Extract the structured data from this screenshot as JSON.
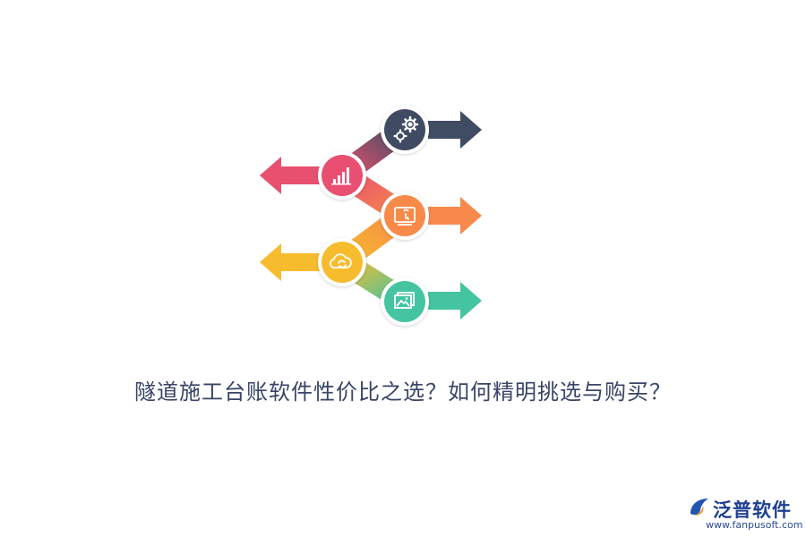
{
  "title": "隧道施工台账软件性价比之选？如何精明挑选与购买？",
  "steps": [
    {
      "icon": "gears-icon",
      "color": "#3f4c63",
      "direction": "right"
    },
    {
      "icon": "bar-chart-icon",
      "color": "#e8506f",
      "direction": "left"
    },
    {
      "icon": "touch-screen-icon",
      "color": "#f7894a",
      "direction": "right"
    },
    {
      "icon": "cloud-sync-icon",
      "color": "#f7bc2e",
      "direction": "left"
    },
    {
      "icon": "image-gallery-icon",
      "color": "#44c4a1",
      "direction": "right"
    }
  ],
  "logo": {
    "name": "泛普软件",
    "url": "www.fanpusoft.com",
    "mark": "fanpu-logo-mark"
  }
}
